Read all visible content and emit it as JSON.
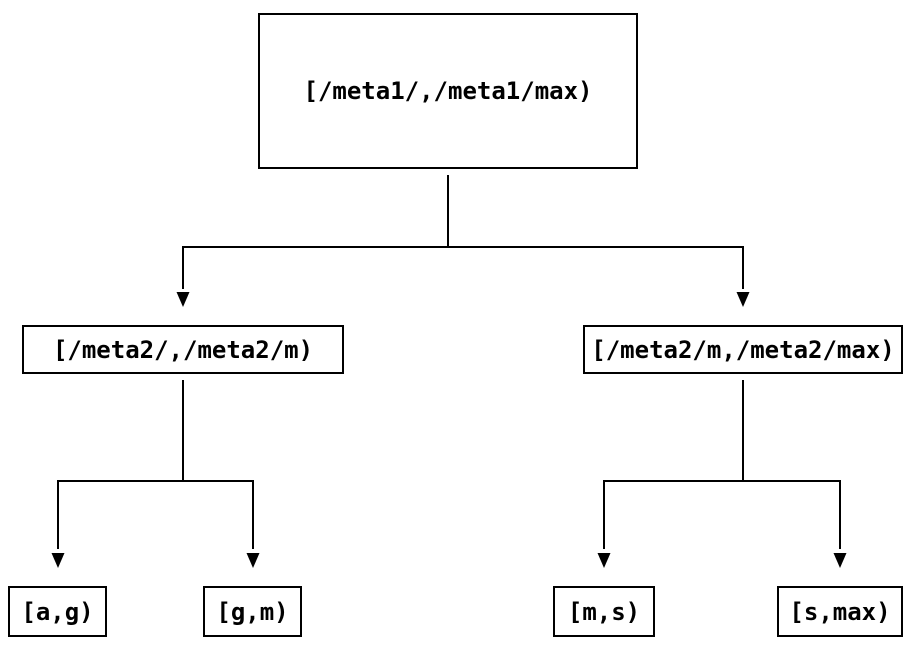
{
  "colors": {
    "background": "#ffffff",
    "line": "#000000",
    "text": "#000000"
  },
  "tree": {
    "root": {
      "label": "[/meta1/,/meta1/max)"
    },
    "children": [
      {
        "label": "[/meta2/,/meta2/m)",
        "children": [
          {
            "label": "[a,g)"
          },
          {
            "label": "[g,m)"
          }
        ]
      },
      {
        "label": "[/meta2/m,/meta2/max)",
        "children": [
          {
            "label": "[m,s)"
          },
          {
            "label": "[s,max)"
          }
        ]
      }
    ]
  }
}
